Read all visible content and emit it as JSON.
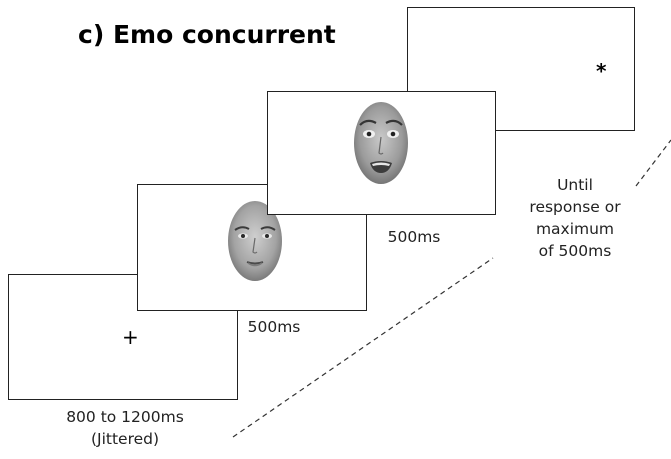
{
  "title": "c) Emo concurrent",
  "screens": {
    "fixation": {
      "symbol": "+",
      "duration_lines": [
        "800 to 1200ms",
        "(Jittered)"
      ]
    },
    "neutral_face": {
      "duration": "500ms"
    },
    "fearful_face": {
      "duration": "500ms"
    },
    "target": {
      "symbol": "*",
      "duration_lines": [
        "Until",
        "response or",
        "maximum",
        "of 500ms"
      ]
    }
  }
}
